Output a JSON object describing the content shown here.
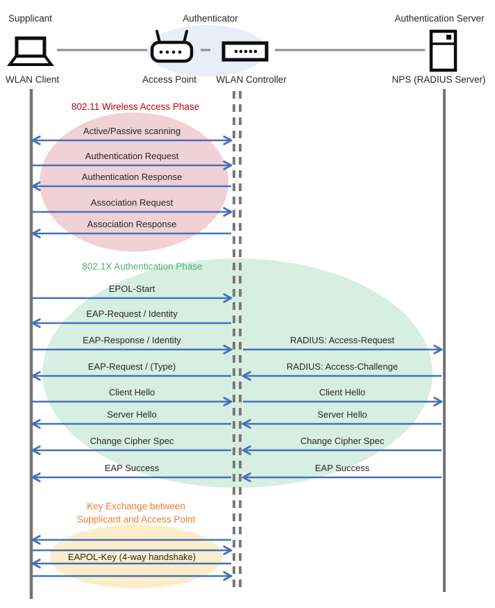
{
  "header": {
    "roles": {
      "supplicant": "Supplicant",
      "authenticator": "Authenticator",
      "auth_server": "Authentication Server"
    },
    "devices": {
      "wlan_client": "WLAN Client",
      "access_point": "Access Point",
      "wlan_controller": "WLAN Controller",
      "nps": "NPS (RADIUS Server)"
    }
  },
  "phases": {
    "phase1": {
      "title": "802.11 Wireless Access Phase",
      "title_color": "#c00000",
      "ellipse_fill": "#f0d1d6"
    },
    "phase2": {
      "title": "802.1X Authentication Phase",
      "title_color": "#4db36f",
      "ellipse_fill": "#d7eee2"
    },
    "phase3": {
      "title_line1": "Key Exchange between",
      "title_line2": "Supplicant and Access Point",
      "title_color": "#ed7d31",
      "ellipse_fill": "#fdeec9"
    },
    "authenticator_group_fill": "#e9edf7"
  },
  "colors": {
    "arrow": "#4671b8",
    "lifeline": "#757575",
    "dashed_line": "#7a7a7a"
  },
  "messages": [
    {
      "label": "Active/Passive scanning",
      "from": "WLAN Client",
      "to": "WLAN Controller",
      "direction": "both"
    },
    {
      "label": "Authentication Request",
      "from": "WLAN Client",
      "to": "WLAN Controller",
      "direction": "right"
    },
    {
      "label": "Authentication Response",
      "from": "WLAN Controller",
      "to": "WLAN Client",
      "direction": "left"
    },
    {
      "label": "Association Request",
      "from": "WLAN Client",
      "to": "WLAN Controller",
      "direction": "right"
    },
    {
      "label": "Association Response",
      "from": "WLAN Controller",
      "to": "WLAN Client",
      "direction": "left"
    },
    {
      "label": "EPOL-Start",
      "from": "WLAN Client",
      "to": "WLAN Controller",
      "direction": "right"
    },
    {
      "label": "EAP-Request / Identity",
      "from": "WLAN Controller",
      "to": "WLAN Client",
      "direction": "left"
    },
    {
      "label": "EAP-Response / Identity",
      "from": "WLAN Client",
      "to": "WLAN Controller",
      "direction": "right"
    },
    {
      "label": "RADIUS: Access-Request",
      "from": "WLAN Controller",
      "to": "NPS (RADIUS Server)",
      "direction": "right"
    },
    {
      "label": "EAP-Request / (Type)",
      "from": "WLAN Controller",
      "to": "WLAN Client",
      "direction": "left"
    },
    {
      "label": "RADIUS: Access-Challenge",
      "from": "NPS (RADIUS Server)",
      "to": "WLAN Controller",
      "direction": "left"
    },
    {
      "label": "Client Hello",
      "from": "WLAN Client",
      "to": "WLAN Controller",
      "direction": "right"
    },
    {
      "label": "Client Hello",
      "from": "WLAN Controller",
      "to": "NPS (RADIUS Server)",
      "direction": "right"
    },
    {
      "label": "Server Hello",
      "from": "WLAN Controller",
      "to": "WLAN Client",
      "direction": "left"
    },
    {
      "label": "Server Hello",
      "from": "NPS (RADIUS Server)",
      "to": "WLAN Controller",
      "direction": "left"
    },
    {
      "label": "Change Cipher Spec",
      "from": "WLAN Controller",
      "to": "WLAN Client",
      "direction": "left"
    },
    {
      "label": "Change Cipher Spec",
      "from": "NPS (RADIUS Server)",
      "to": "WLAN Controller",
      "direction": "left"
    },
    {
      "label": "EAP Success",
      "from": "WLAN Controller",
      "to": "WLAN Client",
      "direction": "left"
    },
    {
      "label": "EAP Success",
      "from": "NPS (RADIUS Server)",
      "to": "WLAN Controller",
      "direction": "left"
    },
    {
      "label": "EAPOL-Key (4-way handshake)",
      "from": "WLAN Client",
      "to": "WLAN Controller",
      "direction": "4-way"
    }
  ]
}
